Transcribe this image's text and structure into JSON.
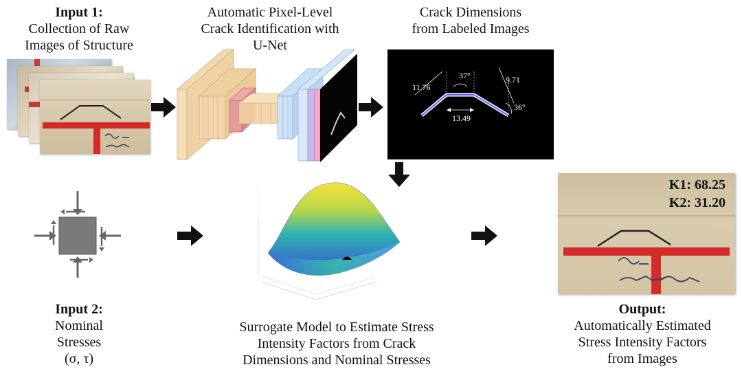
{
  "captions": {
    "input1": {
      "title": "Input 1:",
      "lines": [
        "Collection of Raw",
        "Images of Structure"
      ]
    },
    "unet": {
      "lines": [
        "Automatic Pixel-Level",
        "Crack Identification with",
        "U-Net"
      ]
    },
    "crack_dims": {
      "lines": [
        "Crack Dimensions",
        "from Labeled Images"
      ]
    },
    "input2": {
      "title": "Input 2:",
      "lines": [
        "Nominal",
        "Stresses",
        "(σ, τ)"
      ]
    },
    "surrogate": {
      "lines": [
        "Surrogate Model to Estimate Stress",
        "Intensity Factors from Crack",
        "Dimensions and Nominal Stresses"
      ]
    },
    "output": {
      "title": "Output:",
      "lines": [
        "Automatically Estimated",
        "Stress Intensity Factors",
        "from Images"
      ]
    }
  },
  "crack_dimensions": {
    "left_length": "11.76",
    "apex_angle": "37°",
    "right_length": "9.71",
    "bottom_length": "13.49",
    "right_angle": "36°"
  },
  "results": {
    "k1": "K1: 68.25",
    "k2": "K2: 31.20"
  },
  "colors": {
    "wall": "#d9c7a8",
    "tape": "#d42a2a",
    "crack_line": "#5b5bff",
    "surface_top": "#f5e23a",
    "surface_mid": "#2fb3b0",
    "surface_low": "#3a4fd6"
  }
}
